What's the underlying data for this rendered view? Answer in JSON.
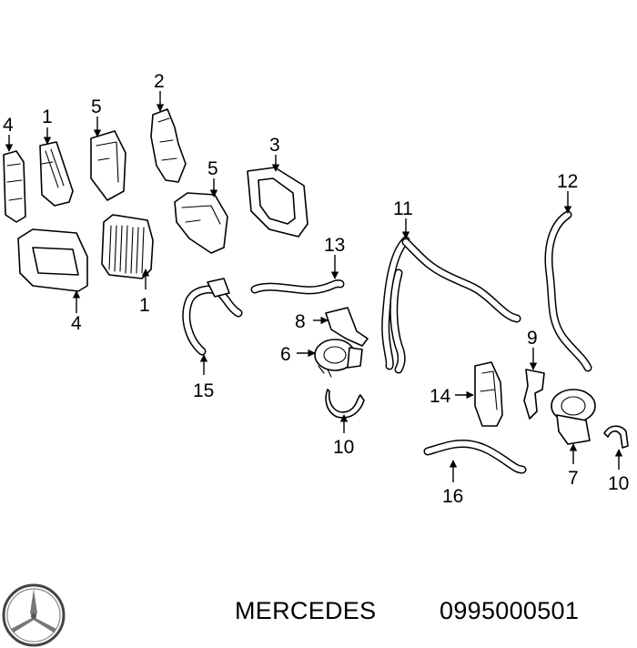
{
  "footer": {
    "brand": "MERCEDES",
    "part_number": "0995000501"
  },
  "logo": {
    "name": "mercedes-star-logo"
  },
  "callouts": {
    "c4a": "4",
    "c1a": "1",
    "c5a": "5",
    "c2": "2",
    "c3": "3",
    "c5b": "5",
    "c4b": "4",
    "c1b": "1",
    "c15": "15",
    "c13": "13",
    "c8": "8",
    "c6": "6",
    "c10a": "10",
    "c11": "11",
    "c12": "12",
    "c14": "14",
    "c9": "9",
    "c7": "7",
    "c16": "16",
    "c10b": "10"
  },
  "colors": {
    "line": "#000000",
    "background": "#ffffff"
  }
}
